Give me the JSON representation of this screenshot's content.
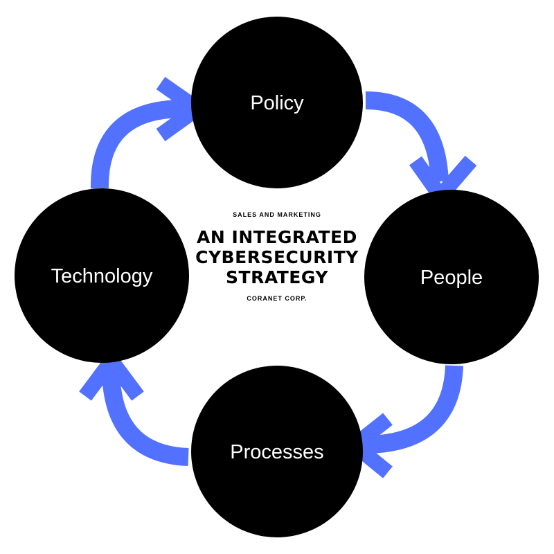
{
  "diagram": {
    "nodes": {
      "policy": "Policy",
      "people": "People",
      "processes": "Processes",
      "technology": "Technology"
    },
    "center": {
      "subtitle_top": "SALES AND MARKETING",
      "title": "AN INTEGRATED\nCYBERSECURITY\nSTRATEGY",
      "subtitle_bottom": "CORANET CORP."
    }
  },
  "colors": {
    "node_fill": "#000000",
    "node_text": "#ffffff",
    "arrow": "#5271ff",
    "background": "#ffffff"
  }
}
